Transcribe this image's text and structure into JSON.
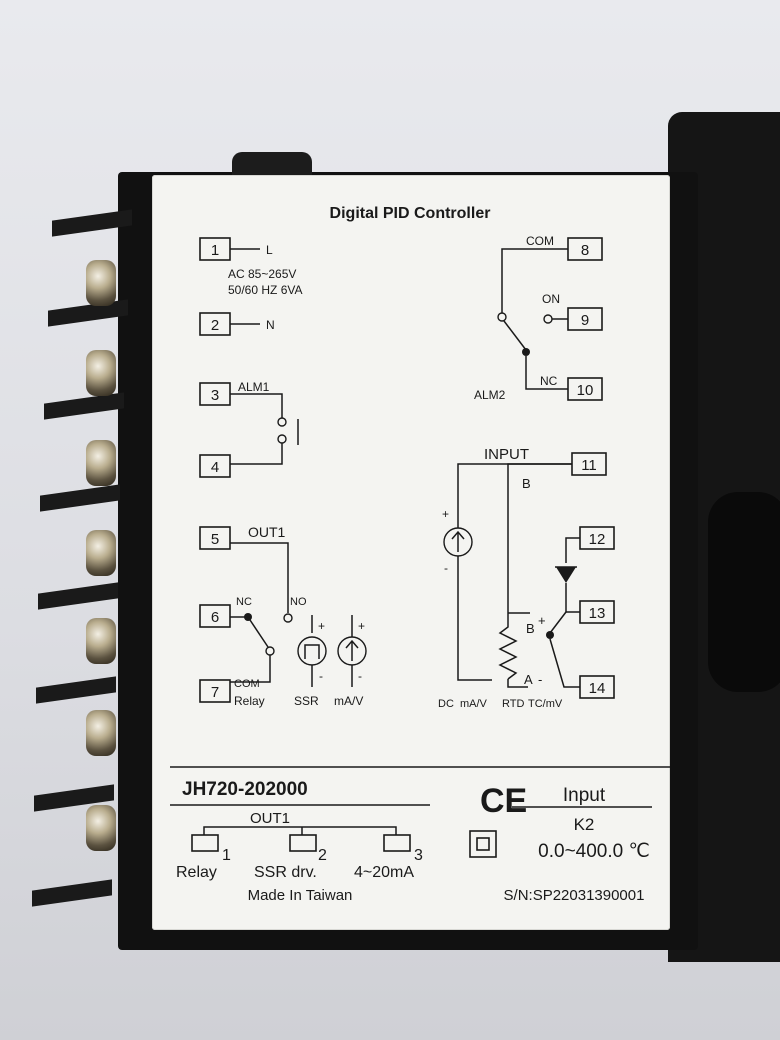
{
  "label": {
    "title": "Digital PID Controller",
    "power": {
      "l": "L",
      "n": "N",
      "ac": "AC 85~265V",
      "hz": "50/60 HZ 6VA"
    },
    "alm1": {
      "name": "ALM1"
    },
    "alm2": {
      "name": "ALM2",
      "com": "COM",
      "on": "ON",
      "nc": "NC"
    },
    "out1": {
      "name": "OUT1",
      "nc": "NC",
      "no": "NO",
      "com": "COM",
      "relay": "Relay",
      "ssr": "SSR",
      "mav": "mA/V"
    },
    "input": {
      "name": "INPUT",
      "b_top": "B",
      "b_mid": "B",
      "a": "A",
      "plus": "+",
      "minus": "-",
      "dc": "DC",
      "dc_mav": "mA/V",
      "rtd": "RTD",
      "tcmv": "TC/mV"
    },
    "terminals": [
      "1",
      "2",
      "3",
      "4",
      "5",
      "6",
      "7",
      "8",
      "9",
      "10",
      "11",
      "12",
      "13",
      "14"
    ],
    "model": "JH720-202000",
    "ce": "CE",
    "spec": {
      "input_label": "Input",
      "sensor": "K2",
      "range": "0.0~400.0 ℃"
    },
    "out1_options": {
      "title": "OUT1",
      "opt1_num": "1",
      "opt1": "Relay",
      "opt2_num": "2",
      "opt2": "SSR drv.",
      "opt3_num": "3",
      "opt3": "4~20mA"
    },
    "origin": "Made In Taiwan",
    "serial": "S/N:SP22031390001"
  }
}
